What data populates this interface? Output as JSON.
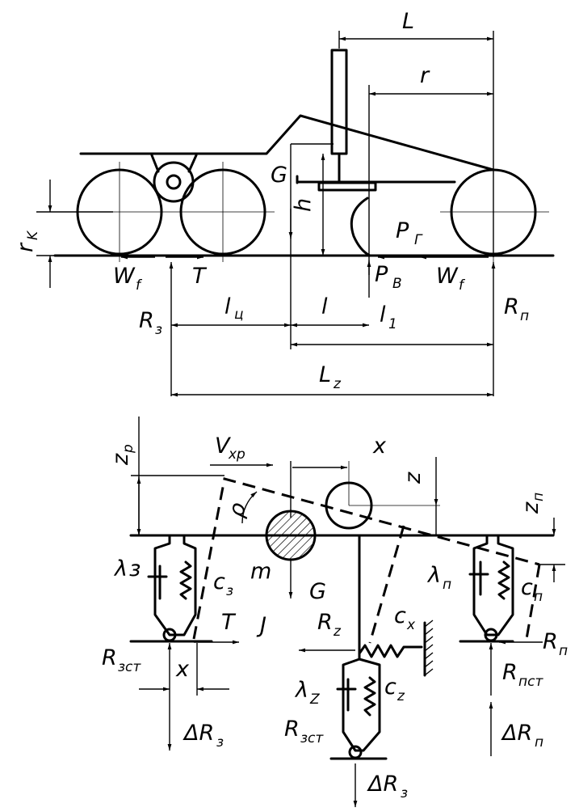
{
  "top": {
    "L": "L",
    "r": "r",
    "G": "G",
    "h": "h",
    "rk": "r",
    "rk_sub": "K",
    "Pg": "P",
    "Pg_sub": "Г",
    "Pb": "P",
    "Pb_sub": "B",
    "Wf1": "W",
    "Wf1_sub": "f",
    "Wf2": "W",
    "Wf2_sub": "f",
    "T": "T",
    "lc": "l",
    "lc_sub": "ц",
    "l": "l",
    "l1": "l",
    "l1_sub": "1",
    "Rz": "R",
    "Rz_sub": "з",
    "Rp": "R",
    "Rp_sub": "п",
    "Lz": "L",
    "Lz_sub": "z"
  },
  "bottom": {
    "zp": "z",
    "zp_sub": "р",
    "Vxp": "V",
    "Vxp_sub": "xр",
    "x": "x",
    "z": "z",
    "zn": "z",
    "zn_sub": "п",
    "rho": "ρ",
    "m": "m",
    "G": "G",
    "J": "J",
    "T": "T",
    "lz": "λ",
    "lz_sub": "з",
    "cz": "c",
    "cz_sub": "з",
    "ln": "λ",
    "ln_sub": "п",
    "cn": "c",
    "cn_sub": "п",
    "Rzz": "R",
    "Rzz_sub": "z",
    "cx": "c",
    "cx_sub": "x",
    "Rn": "R",
    "Rn_sub": "п",
    "Rzst": "R",
    "Rzst_sub": "зст",
    "x2": "x",
    "lZ": "λ",
    "lZ_sub": "Z",
    "cZ": "c",
    "cZ_sub": "z",
    "Rnst": "R",
    "Rnst_sub": "пст",
    "Rzst2": "R",
    "Rzst2_sub": "зст",
    "dRz": "ΔR",
    "dRz_sub": "з",
    "dRn": "ΔR",
    "dRn_sub": "п",
    "dRz2": "ΔR",
    "dRz2_sub": "з"
  }
}
